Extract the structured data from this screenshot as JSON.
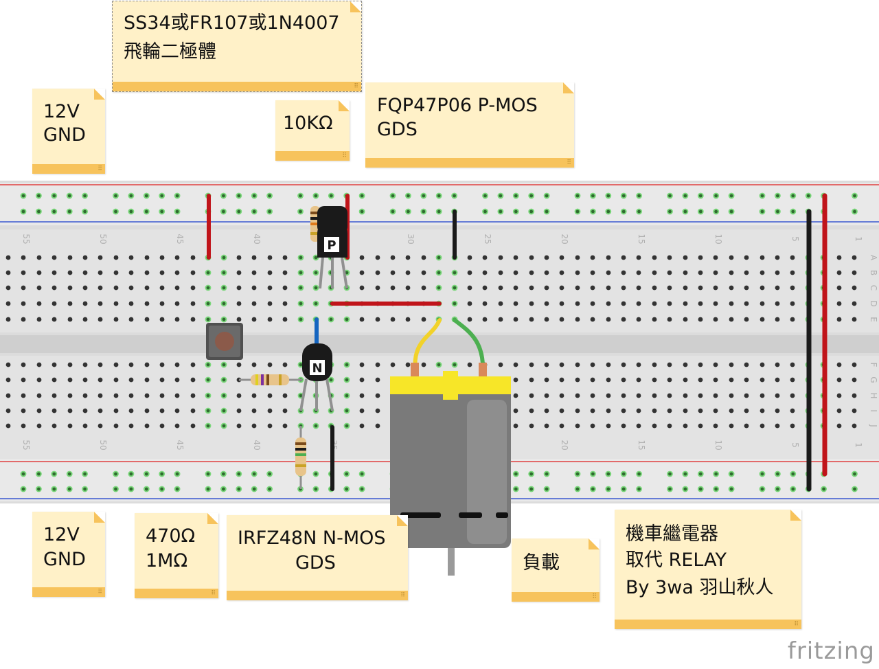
{
  "notes": {
    "diode": {
      "line1": "SS34或FR107或1N4007",
      "line2": "飛輪二極體"
    },
    "power_top": {
      "line1": "12V",
      "line2": "GND"
    },
    "resistor_10k": {
      "line1": "10KΩ"
    },
    "pmos": {
      "line1": "FQP47P06 P-MOS",
      "line2": "GDS"
    },
    "power_bottom": {
      "line1": "12V",
      "line2": "GND"
    },
    "resistors": {
      "line1": "470Ω",
      "line2": "1MΩ"
    },
    "nmos": {
      "line1": "IRFZ48N N-MOS",
      "line2": "GDS"
    },
    "load": {
      "line1": "負載"
    },
    "title": {
      "line1": "機車繼電器",
      "line2": "取代 RELAY",
      "line3": "By 3wa 羽山秋人"
    }
  },
  "breadboard": {
    "column_numbers": [
      "55",
      "50",
      "45",
      "40",
      "35",
      "30",
      "25",
      "20",
      "15",
      "10",
      "5",
      "1"
    ],
    "row_letters_top": [
      "A",
      "B",
      "C",
      "D",
      "E"
    ],
    "row_letters_bottom": [
      "F",
      "G",
      "H",
      "I",
      "J"
    ]
  },
  "components": {
    "pmos_mark": "P",
    "nmos_mark": "N"
  },
  "colors": {
    "note_bg": "#fff1c8",
    "note_bar": "#f7c35c",
    "wire_red": "#c0141a",
    "wire_black": "#1a1a1a",
    "wire_blue": "#1565c0",
    "wire_yellow": "#f2d22a",
    "wire_green": "#4caf50",
    "motor_yellow": "#f7e628",
    "motor_gray": "#7a7a7a"
  },
  "branding": {
    "logo": "fritzing"
  }
}
